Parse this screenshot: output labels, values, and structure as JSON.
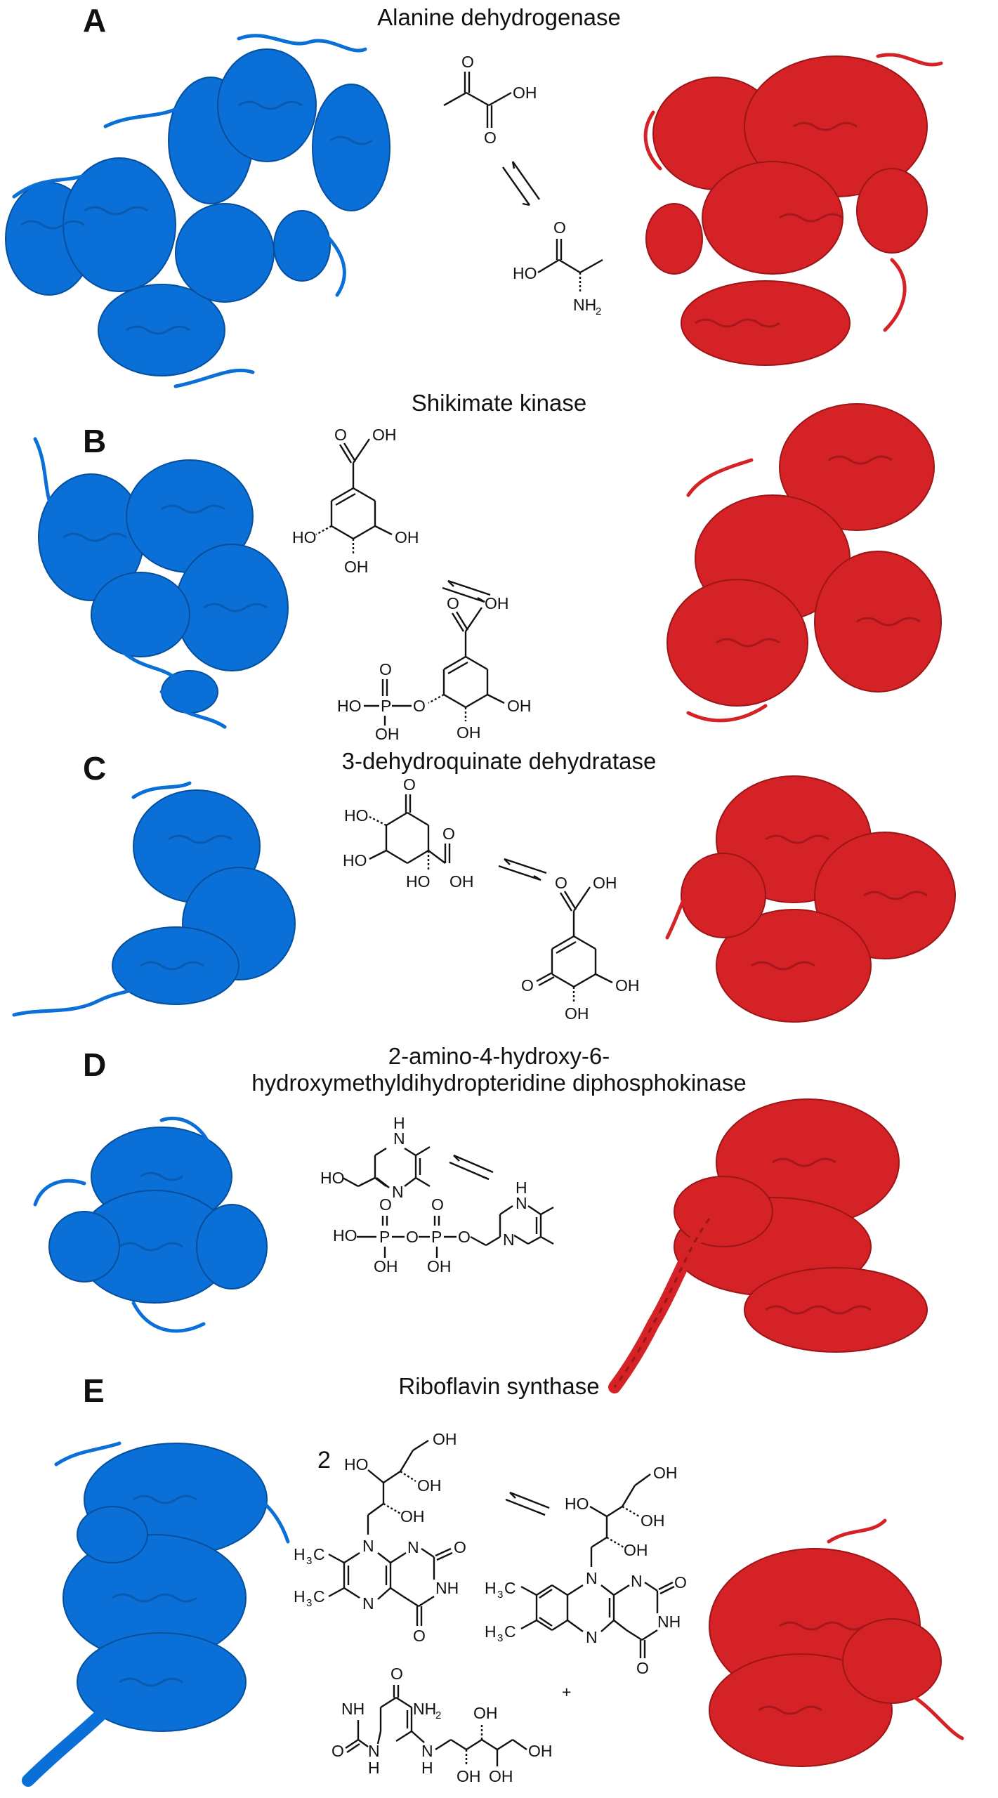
{
  "colors": {
    "enzyme_a": "#0a6fd6",
    "enzyme_b": "#d42226",
    "ink": "#111111"
  },
  "panels": [
    {
      "letter": "A",
      "title": "Alanine dehydrogenase"
    },
    {
      "letter": "B",
      "title": "Shikimate kinase"
    },
    {
      "letter": "C",
      "title": "3-dehydroquinate dehydratase"
    },
    {
      "letter": "D",
      "title_line1": "2-amino-4-hydroxy-6-",
      "title_line2": "hydroxymethyldihydropteridine diphosphokinase"
    },
    {
      "letter": "E",
      "title": "Riboflavin synthase",
      "multiplier": "2",
      "plus": "+"
    }
  ],
  "labels": {
    "O": "O",
    "OH": "OH",
    "HO": "HO",
    "NH": "NH",
    "NH2_N": "NH",
    "two": "2",
    "N": "N",
    "H": "H",
    "P": "P",
    "H3C": "H",
    "three": "3",
    "C": "C"
  }
}
